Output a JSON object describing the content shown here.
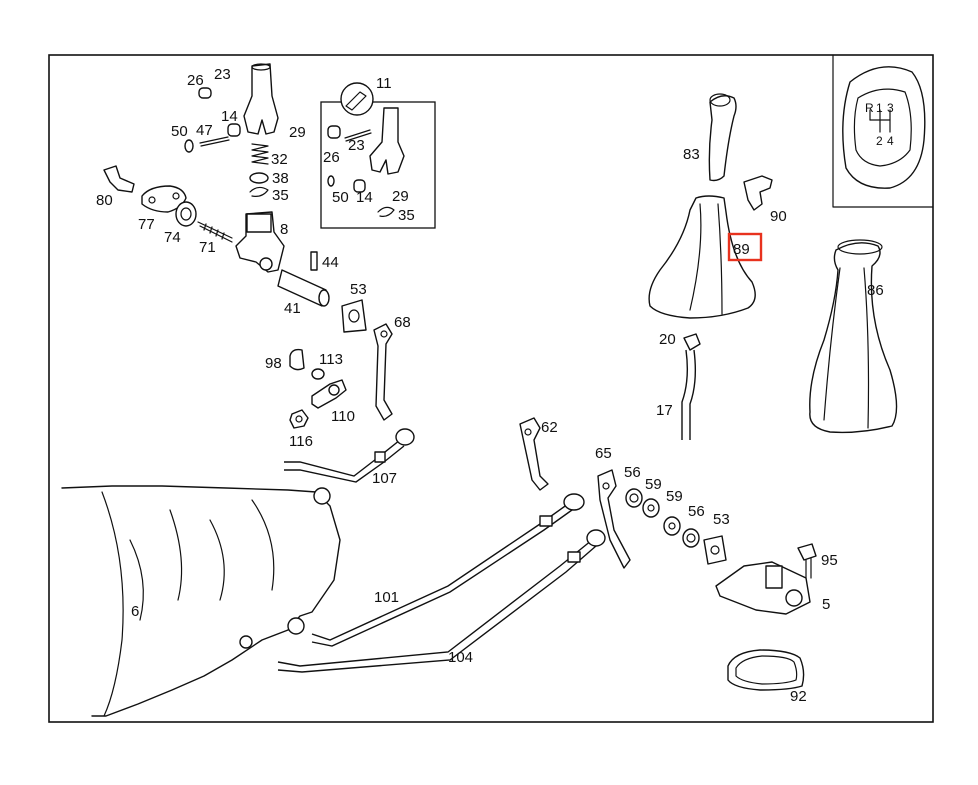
{
  "diagram": {
    "highlight_color": "#e8321e",
    "highlighted_label": "89",
    "labels": {
      "l26a": "26",
      "l23a": "23",
      "l14a": "14",
      "l50a": "50",
      "l47": "47",
      "l29a": "29",
      "l32": "32",
      "l38": "38",
      "l35a": "35",
      "l80": "80",
      "l77": "77",
      "l74": "74",
      "l71": "71",
      "l8": "8",
      "l44": "44",
      "l41": "41",
      "l11": "11",
      "l26b": "26",
      "l23b": "23",
      "l50b": "50",
      "l14b": "14",
      "l29b": "29",
      "l35b": "35",
      "l53a": "53",
      "l68": "68",
      "l98": "98",
      "l113": "113",
      "l110": "110",
      "l116": "116",
      "l107": "107",
      "l62": "62",
      "l65": "65",
      "l56a": "56",
      "l59a": "59",
      "l59b": "59",
      "l56b": "56",
      "l53b": "53",
      "l95": "95",
      "l5": "5",
      "l92": "92",
      "l101": "101",
      "l104": "104",
      "l6": "6",
      "l83": "83",
      "l90": "90",
      "l89": "89",
      "l86": "86",
      "l20": "20",
      "l17": "17"
    },
    "gear_pattern": {
      "r": "R",
      "g1": "1",
      "g3": "3",
      "g2": "2",
      "g4": "4"
    }
  }
}
